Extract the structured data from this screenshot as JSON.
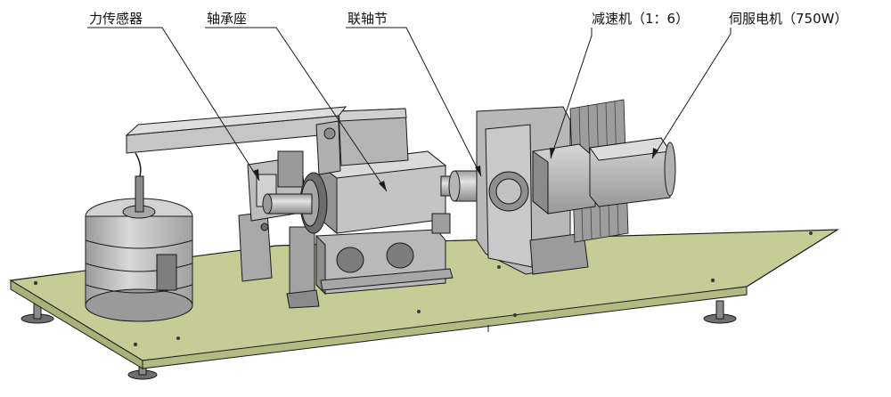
{
  "labels": {
    "force_sensor": "力传感器",
    "bearing_seat": "轴承座",
    "coupling": "联轴节",
    "reducer": "减速机（1：6）",
    "servo_motor": "伺服电机（750W）"
  },
  "colors": {
    "base_plate": "#c5cc96",
    "base_plate_edge": "#9aa26c",
    "metal_light": "#c9c9c9",
    "metal_mid": "#a9a9a9",
    "metal_dark": "#7c7c7c",
    "line": "#1a1a1a"
  }
}
